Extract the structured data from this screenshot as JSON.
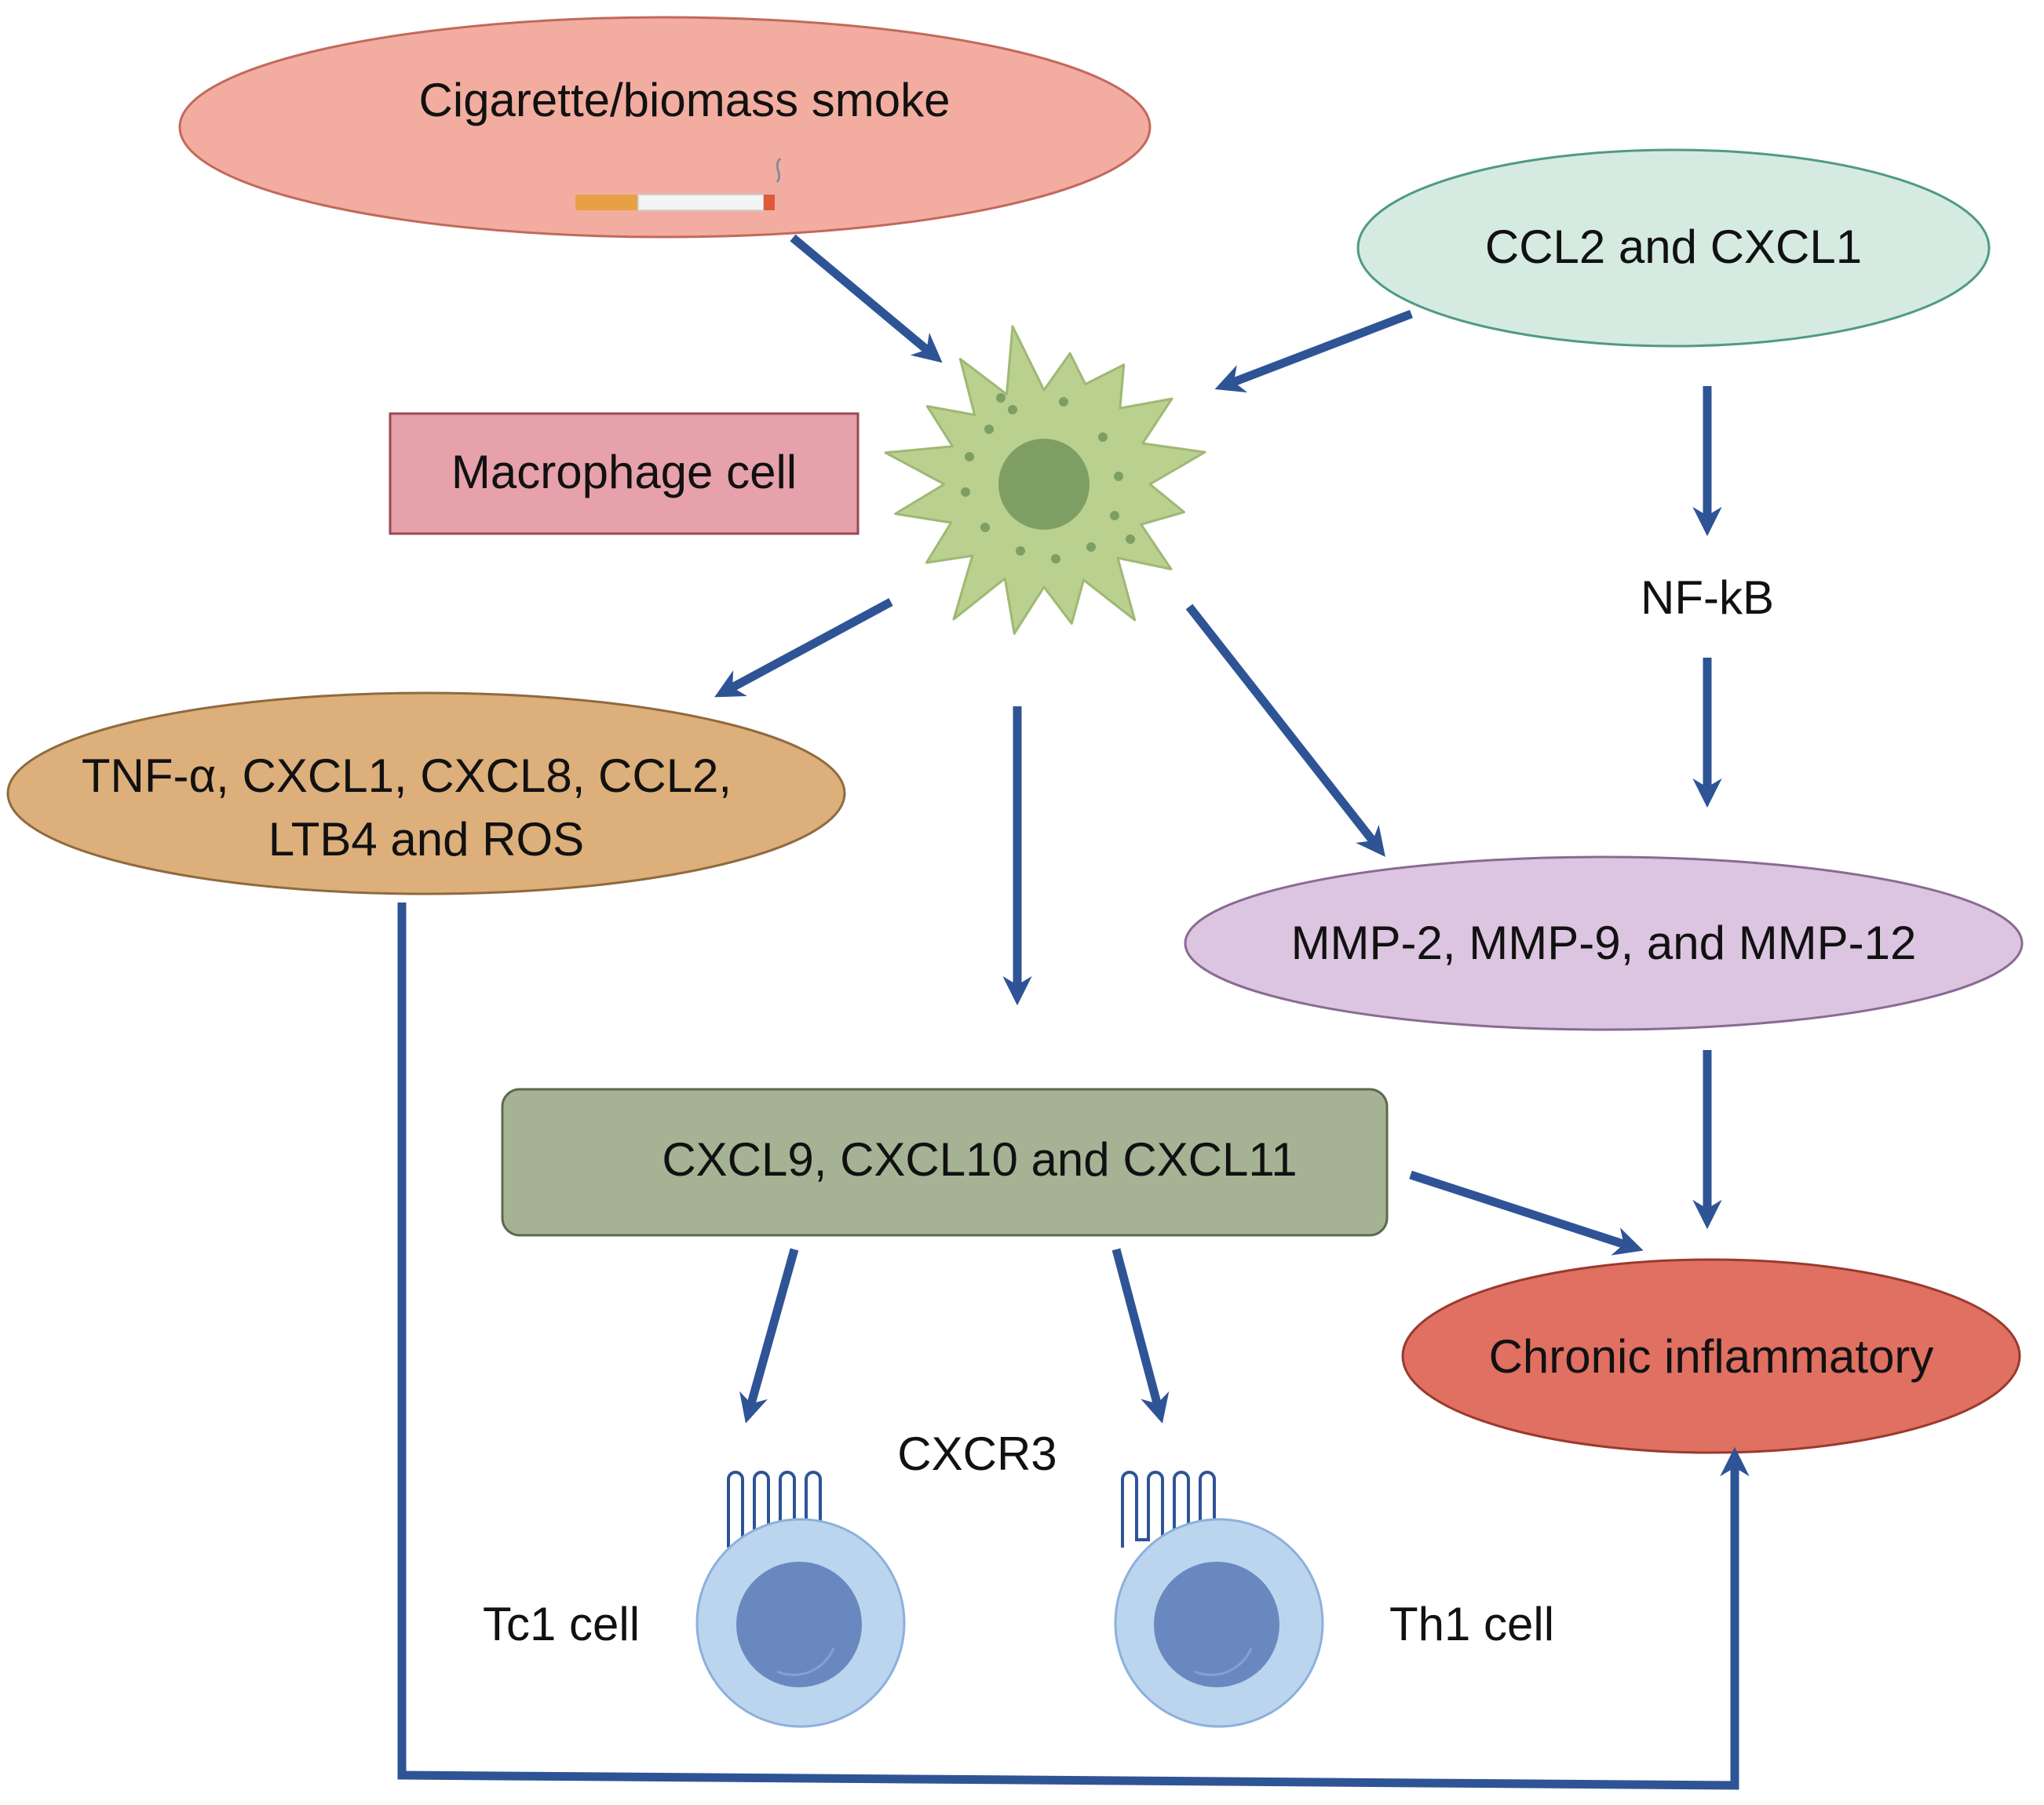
{
  "nodes": {
    "smoke": {
      "label": "Cigarette/biomass smoke",
      "icon": "cigarette-icon",
      "fill": "#F2ADA0",
      "stroke": "#C2695C"
    },
    "chemokines_in": {
      "label": "CCL2 and CXCL1",
      "fill": "#D5EBE1",
      "stroke": "#4F9A86"
    },
    "macrophage": {
      "label": "Macrophage cell",
      "icon": "macrophage-cell-icon",
      "fill": "#E6A1AA",
      "stroke": "#9A4756"
    },
    "nfkb": {
      "label": "NF-kB"
    },
    "mediators": {
      "line1": "TNF-α, CXCL1, CXCL8, CCL2,",
      "line2": "LTB4 and ROS",
      "fill": "#DDAF7B",
      "stroke": "#8F6A3E"
    },
    "mmps": {
      "label": "MMP-2, MMP-9, and MMP-12",
      "fill": "#DCC5E0",
      "stroke": "#8A6A94"
    },
    "cxcl": {
      "label": "CXCL9, CXCL10 and CXCL11",
      "fill": "#A5B294",
      "stroke": "#5C6A4E"
    },
    "inflammation": {
      "label": "Chronic inflammatory",
      "fill": "#E07062",
      "stroke": "#9A3A2E"
    },
    "receptor": {
      "label": "CXCR3",
      "icon": "cxcr3-receptor-icon"
    },
    "tc1": {
      "label": "Tc1 cell",
      "icon": "lymphocyte-cell-icon"
    },
    "th1": {
      "label": "Th1 cell",
      "icon": "lymphocyte-cell-icon"
    }
  },
  "colors": {
    "arrow": "#2E5496",
    "macrophage_body": "#B9D08F",
    "macrophage_nucleus": "#7E9F64",
    "lymphocyte_body": "#BCD5EE",
    "lymphocyte_nucleus": "#6A88C0"
  }
}
